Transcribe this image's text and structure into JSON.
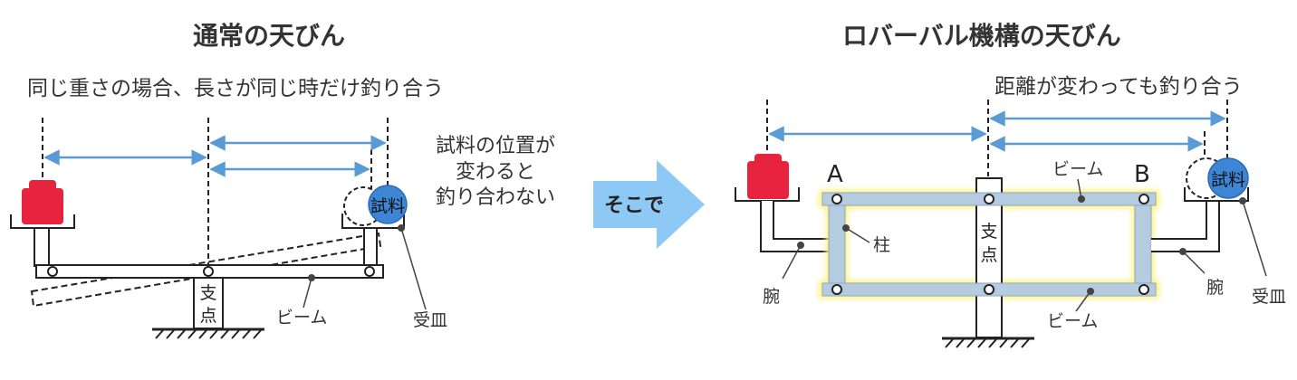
{
  "left": {
    "title": "通常の天びん",
    "caption": "同じ重さの場合、長さが同じ時だけ釣り合う",
    "note_lines": [
      "試料の位置が",
      "変わると",
      "釣り合わない"
    ],
    "sample_label": "試料",
    "fulcrum_label": [
      "支",
      "点"
    ],
    "beam_label": "ビーム",
    "pan_label": "受皿"
  },
  "arrow": {
    "label": "そこで"
  },
  "right": {
    "title": "ロバーバル機構の天びん",
    "caption": "距離が変わっても釣り合う",
    "sample_label": "試料",
    "point_a": "A",
    "point_b": "B",
    "beam_top_label": "ビーム",
    "beam_bottom_label": "ビーム",
    "column_label": "柱",
    "fulcrum_label": [
      "支",
      "点"
    ],
    "arm_left_label": "腕",
    "arm_right_label": "腕",
    "pan_label": "受皿"
  },
  "colors": {
    "weight": "#e8233e",
    "sample": "#3d86d6",
    "dim_arrow": "#5b9bd5",
    "beam_fill": "#b4cbe0",
    "glow": "#fff27a",
    "transition_arrow": "#8ec8f5"
  }
}
